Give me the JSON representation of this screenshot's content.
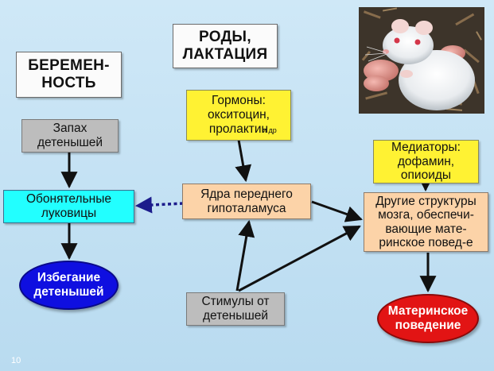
{
  "slide": {
    "page_number": "10",
    "boxes": {
      "pregnancy": "БЕРЕМЕН-\nНОСТЬ",
      "birth_lactation": "РОДЫ,\nЛАКТАЦИЯ",
      "pup_odor": "Запах\nдетенышей",
      "olfactory_bulbs": "Обонятельные\nлуковицы",
      "hormones_main": "Гормоны:\nокситоцин,\nпролактин",
      "hormones_small": "и др",
      "hypothalamus_nuclei": "Ядра переднего\nгипоталамуса",
      "mediators": "Медиаторы:\nдофамин,\nопиоиды",
      "other_brain_structures": "Другие структуры\nмозга, обеспечи-\nвающие мате-\nринское повед-е",
      "pup_stimuli": "Стимулы от\nдетенышей",
      "pup_avoidance": "Избегание\nдетенышей",
      "maternal_behavior": "Материнское\nповедение"
    },
    "colors": {
      "background": "#c4e1f3",
      "yellow": "#fff233",
      "peach": "#fcd3a8",
      "cyan": "#22ffff",
      "gray": "#bdbdbd",
      "blue_ellipse": "#0f0fe0",
      "red_ellipse": "#e21414",
      "arrow": "#111111",
      "dashed_arrow": "#1c1c8c"
    },
    "photo": {
      "subject": "white-rat-with-pups"
    }
  }
}
